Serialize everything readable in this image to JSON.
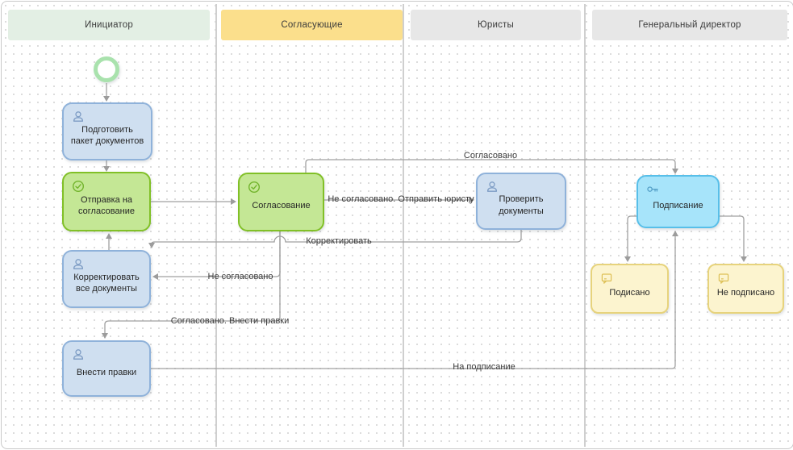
{
  "lanes": [
    {
      "label": "Инициатор",
      "header_bg": "#e3efe4"
    },
    {
      "label": "Согласующие",
      "header_bg": "#fbdf8c"
    },
    {
      "label": "Юристы",
      "header_bg": "#e7e7e7"
    },
    {
      "label": "Генеральный директор",
      "header_bg": "#e7e7e7"
    }
  ],
  "nodes": {
    "prepare": {
      "label": "Подготовить пакет документов",
      "icon": "user-icon"
    },
    "send": {
      "label": "Отправка на согласование",
      "icon": "check-circle-icon"
    },
    "correct_all": {
      "label": "Корректировать все документы",
      "icon": "user-icon"
    },
    "make_edits": {
      "label": "Внести правки",
      "icon": "user-icon"
    },
    "approval": {
      "label": "Согласование",
      "icon": "check-circle-icon"
    },
    "check_docs": {
      "label": "Проверить документы",
      "icon": "user-icon"
    },
    "signing": {
      "label": "Подписание",
      "icon": "key-icon"
    },
    "signed": {
      "label": "Подисано",
      "icon": "comment-icon"
    },
    "not_signed": {
      "label": "Не подписано",
      "icon": "comment-icon"
    }
  },
  "edges": {
    "approved": {
      "label": "Согласовано"
    },
    "not_approved_to_lawyer": {
      "label": "Не согласовано. Отправить юристу"
    },
    "correct": {
      "label": "Корректировать"
    },
    "not_approved": {
      "label": "Не согласовано"
    },
    "approved_make_edits": {
      "label": "Согласовано. Внести правки"
    },
    "to_signing": {
      "label": "На подписание"
    }
  },
  "colors": {
    "task_blue_fill": "#cfdff0",
    "task_blue_border": "#8fb2da",
    "task_green_fill": "#c4e795",
    "task_green_border": "#81c027",
    "task_cyan_fill": "#a7e4fa",
    "task_cyan_border": "#58bfe9",
    "note_yellow_fill": "#fcf4cf",
    "note_yellow_border": "#e7d37c",
    "start_event_ring": "#a9e2ad",
    "flow_line": "#a0a0a0",
    "header_green": "#e3efe4",
    "header_yellow": "#fbdf8c",
    "header_gray": "#e7e7e7"
  }
}
